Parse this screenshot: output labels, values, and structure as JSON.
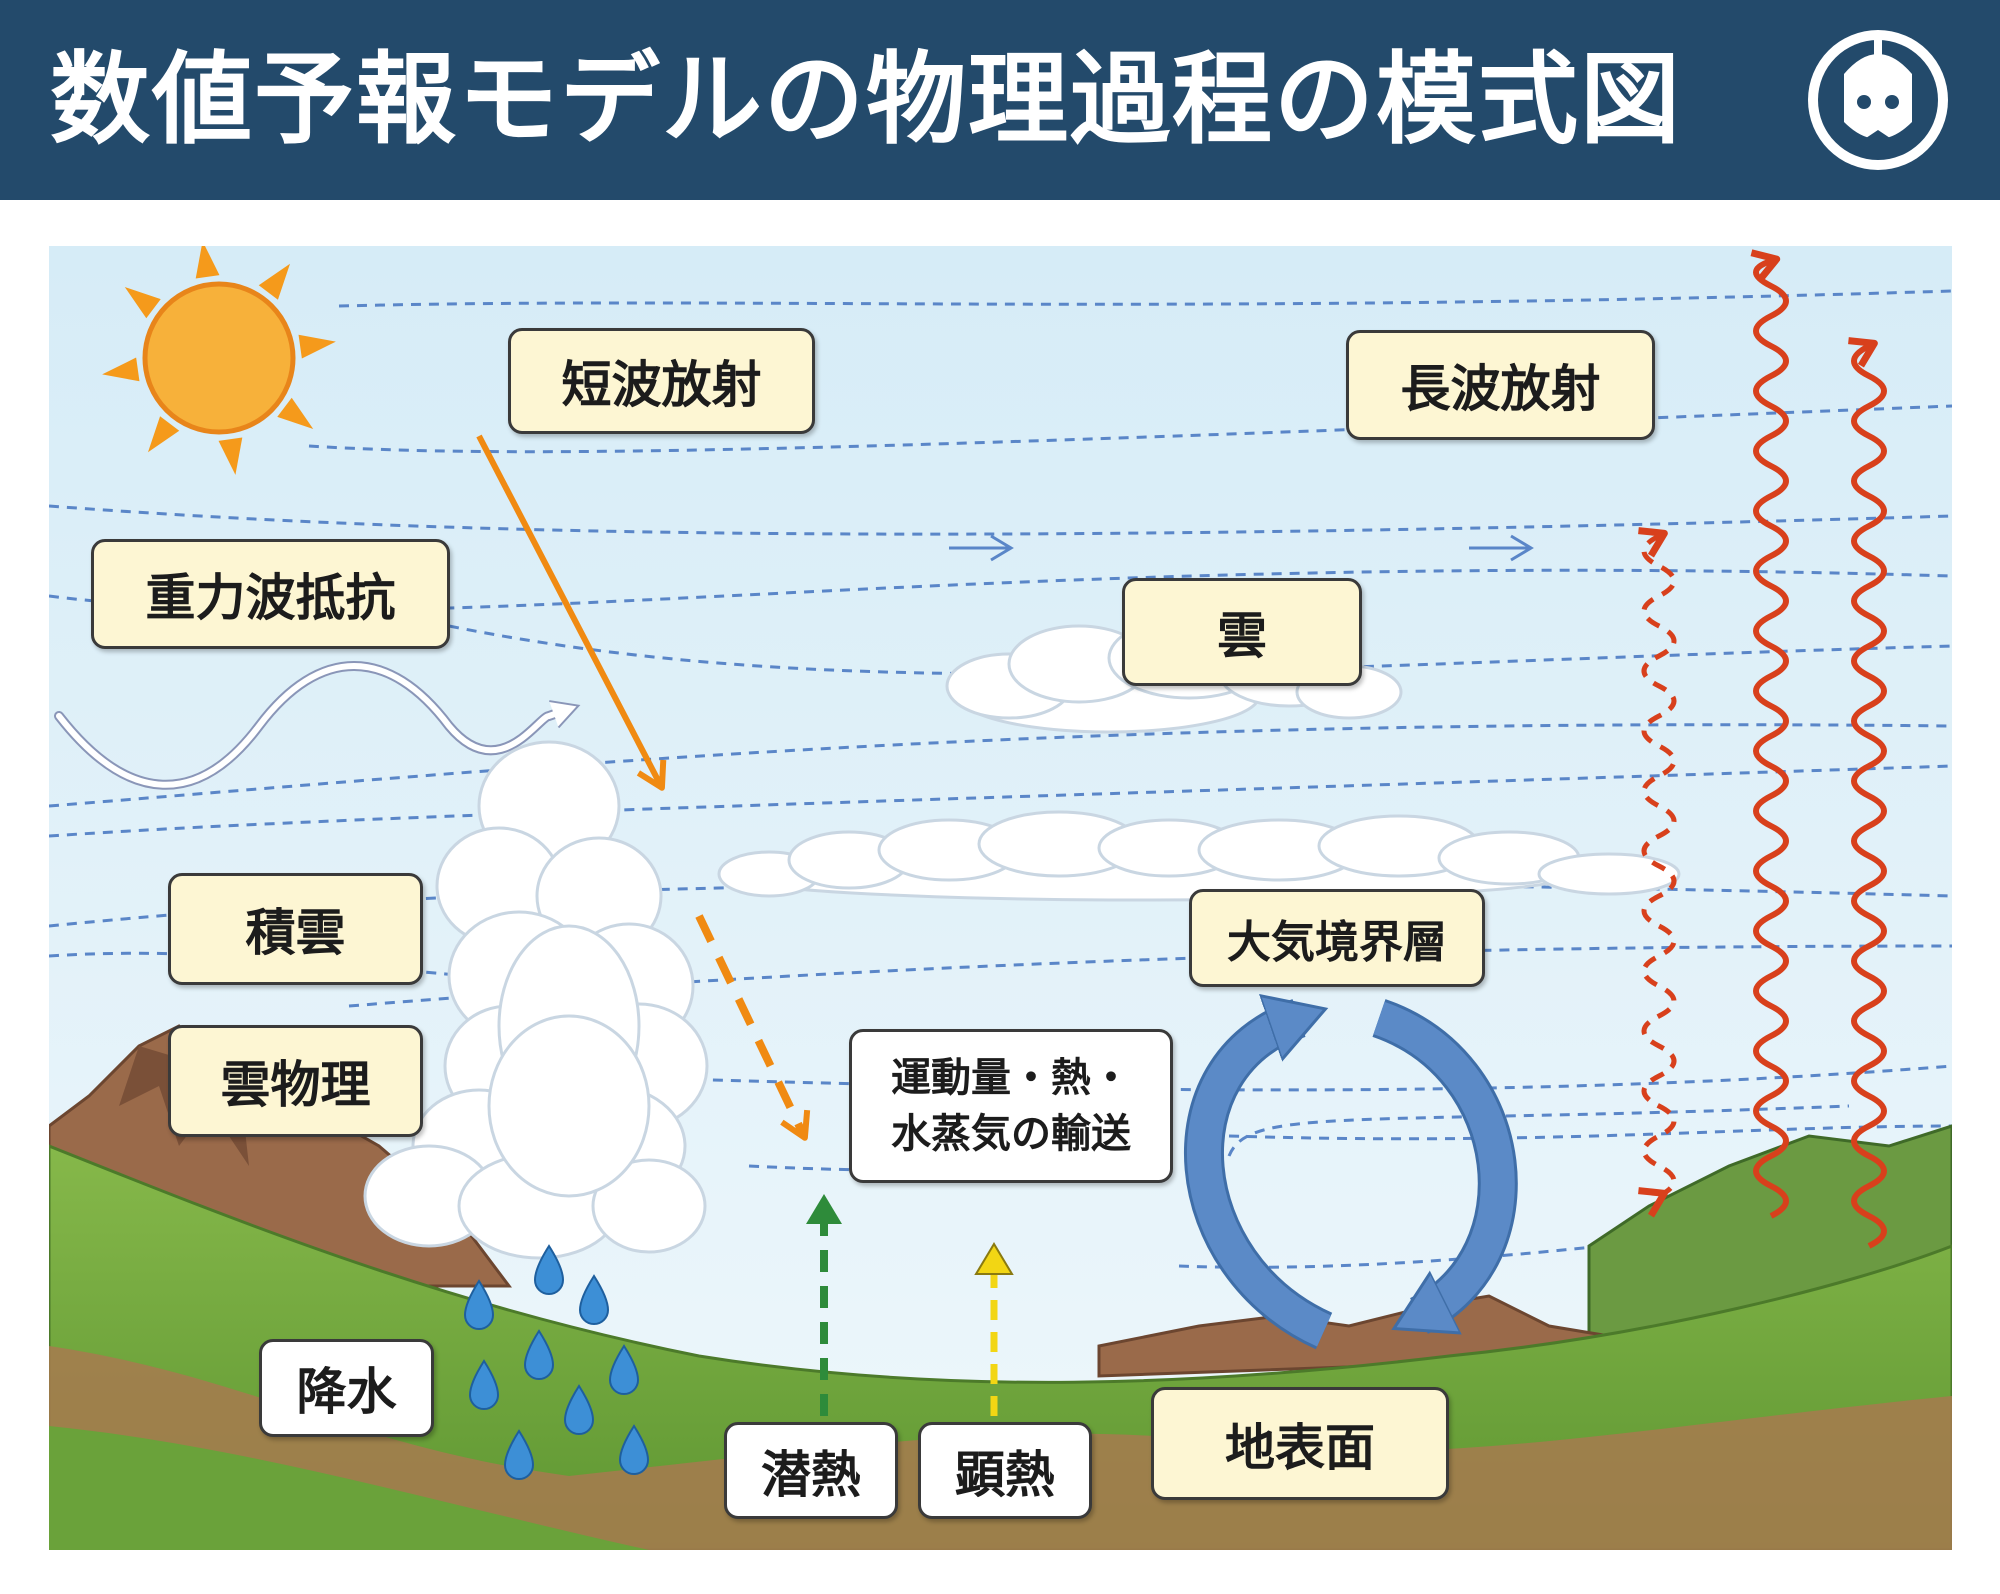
{
  "header": {
    "title": "数値予報モデルの物理過程の模式図"
  },
  "labels": {
    "shortwave": "短波放射",
    "longwave": "長波放射",
    "gravity_wave_drag": "重力波抵抗",
    "cloud": "雲",
    "cumulus": "積雲",
    "cloud_physics": "雲物理",
    "boundary_layer": "大気境界層",
    "transport_line1": "運動量・熱・",
    "transport_line2": "水蒸気の輸送",
    "precipitation": "降水",
    "latent_heat": "潜熱",
    "sensible_heat": "顕熱",
    "surface": "地表面"
  },
  "colors": {
    "header_bg": "#234a6b",
    "sky_top": "#d6ecf7",
    "label_cream": "#fdf6d3",
    "shortwave_arrow": "#f08a12",
    "longwave_arrow": "#d8401c",
    "latent_arrow": "#2e8b3a",
    "sensible_arrow": "#f2d614",
    "circulation_arrow": "#5b8ac7",
    "wind_line": "#5a86c8"
  },
  "icons": [
    "sun-icon",
    "logo-icon"
  ]
}
